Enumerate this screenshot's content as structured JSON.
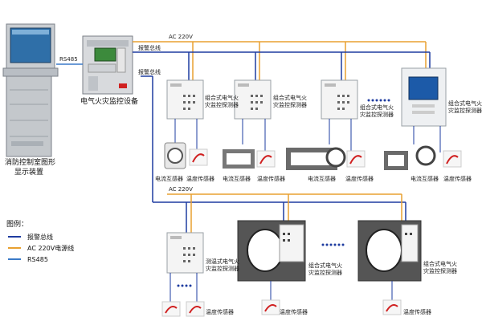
{
  "diagram": {
    "colors": {
      "bus": "#1e3ca0",
      "power": "#e8a030",
      "rs485": "#3a7ac8"
    },
    "labels": {
      "rs485_link": "RS485",
      "alarm_bus_top": "报警总线",
      "power_top": "AC 220V",
      "alarm_bus_mid": "报警总线",
      "power_bottom": "AC 220V",
      "console_caption_1": "消防控制室图形",
      "console_caption_2": "显示装置",
      "controller_caption": "电气火灾监控设备",
      "detector_caption_1": "组合式电气火",
      "detector_caption_2": "灾监控探测器"
    },
    "top_row": {
      "detectors": [
        "组合式电气火灾监控探测器",
        "组合式电气火灾监控探测器",
        "组合式电气火灾监控探测器",
        "组合式电气火灾监控探测器"
      ],
      "sensors": [
        "电流互感器",
        "温度传感器",
        "电流互感器",
        "温度传感器",
        "电流互感器",
        "温度传感器",
        "电流互感器",
        "温度传感器"
      ]
    },
    "bottom_row": {
      "detectors": [
        "测温式电气火灾监控探测器",
        "组合式电气火灾监控探测器",
        "组合式电气火灾监控探测器"
      ],
      "sensors": [
        "温度传感器",
        "温度传感器",
        "温度传感器",
        "温度传感器"
      ]
    },
    "legend": {
      "title": "图例：",
      "items": [
        {
          "label": "报警总线",
          "color": "#1e3ca0"
        },
        {
          "label": "AC 220V电源线",
          "color": "#e8a030"
        },
        {
          "label": "RS485",
          "color": "#3a7ac8"
        }
      ]
    },
    "ellipsis": "• • • •"
  }
}
